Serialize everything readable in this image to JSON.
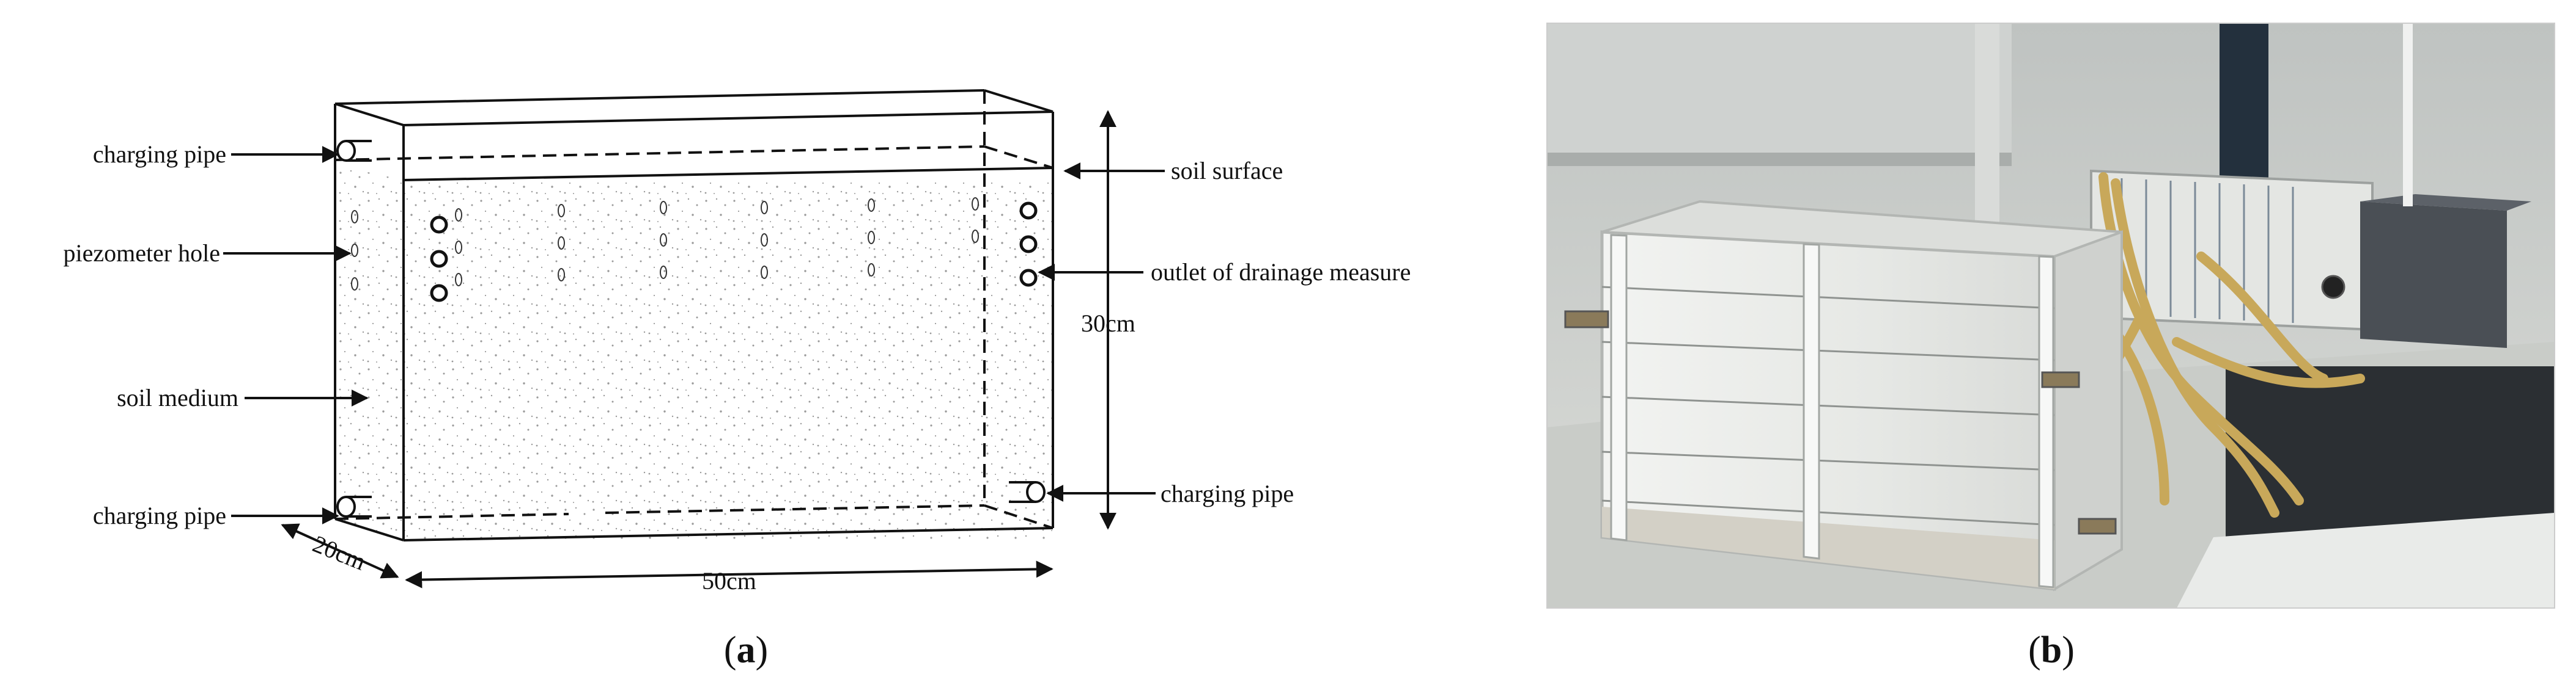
{
  "diagram": {
    "labels": {
      "charging_pipe_top": "charging pipe",
      "piezometer_hole": "piezometer hole",
      "soil_medium": "soil medium",
      "charging_pipe_bottom_left": "charging pipe",
      "soil_surface": "soil surface",
      "outlet_drainage": "outlet of drainage measure",
      "charging_pipe_bottom_right": "charging pipe"
    },
    "dimensions": {
      "width": "50cm",
      "depth": "20cm",
      "height": "30cm"
    }
  },
  "captions": {
    "a_prefix": "(",
    "a_letter": "a",
    "a_suffix": ")",
    "b_prefix": "(",
    "b_letter": "b",
    "b_suffix": ")"
  },
  "colors": {
    "line": "#111111",
    "speckle": "#9a9a9a",
    "photo_wall": "#d6d8d4",
    "photo_floor": "#c9ccc8",
    "tube": "#c8a85a",
    "tank_body": "#e9ebe8",
    "dark_box": "#4a4f55"
  }
}
